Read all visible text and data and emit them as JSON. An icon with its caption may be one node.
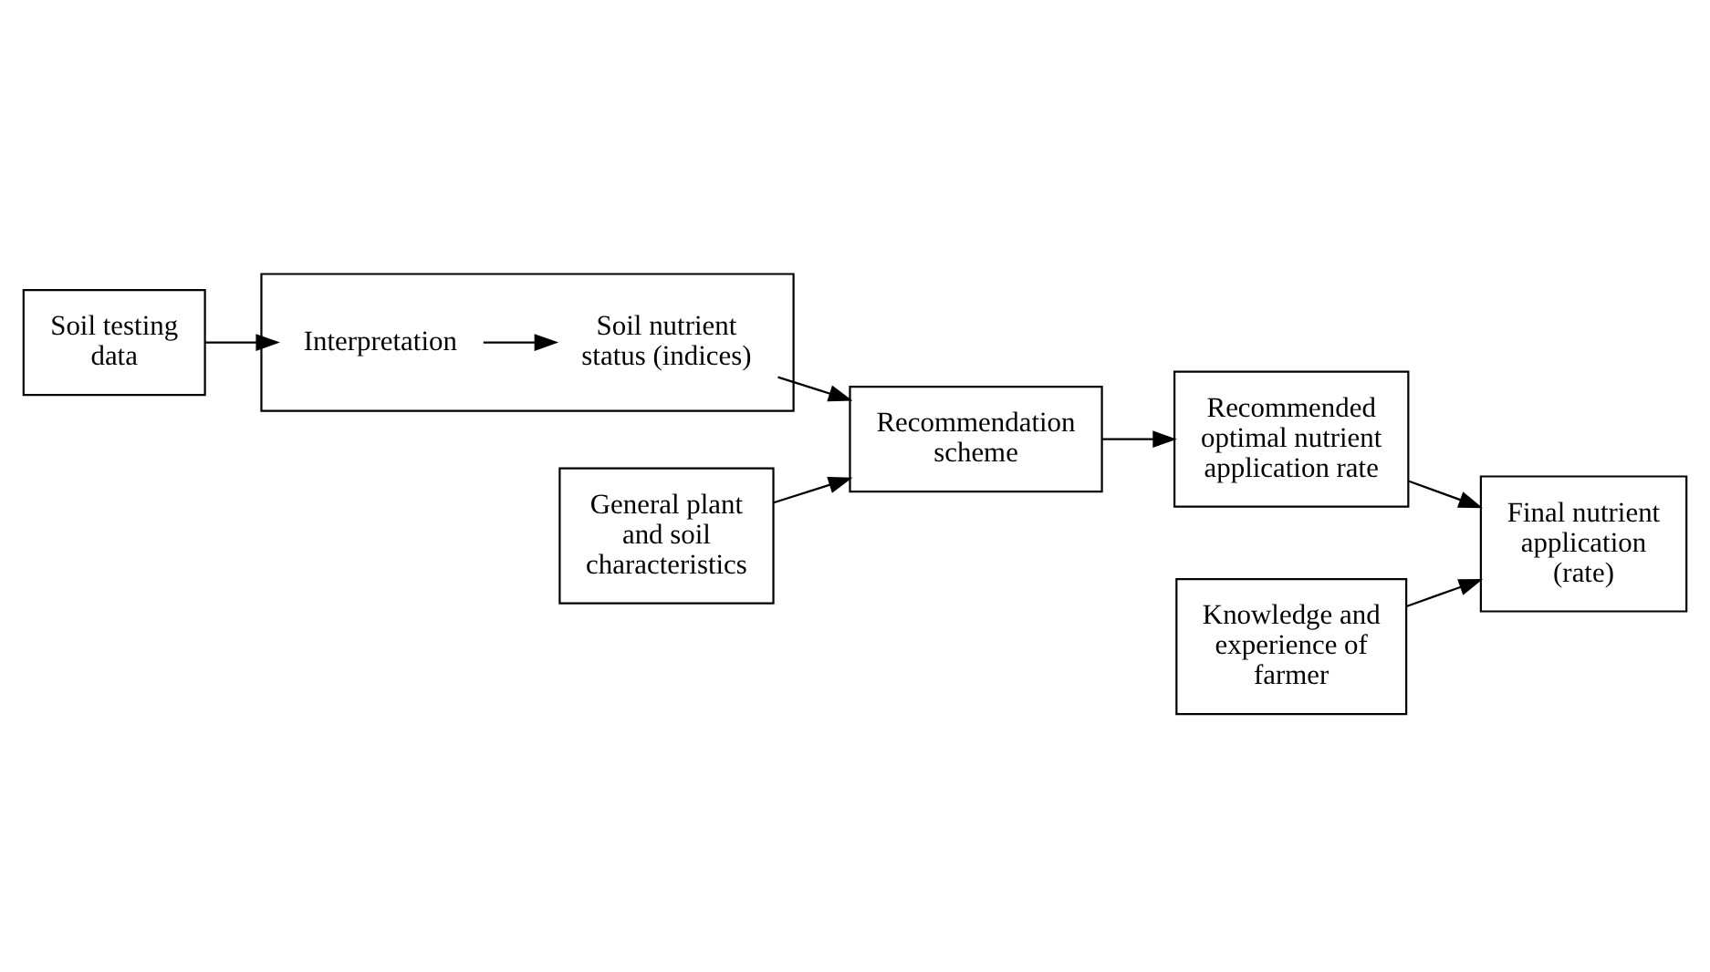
{
  "diagram": {
    "nodes": [
      {
        "text": [
          "Soil testing data"
        ]
      },
      {
        "text": [],
        "shape": "box"
      },
      {
        "text": [
          "Interpretation"
        ],
        "in": 1
      },
      {
        "text": [
          "Soil nutrient status (indices)"
        ],
        "in": 1
      },
      {
        "text": [
          "General plant and soil characteristics"
        ]
      },
      {
        "text": [
          "Recommendation scheme"
        ]
      },
      {
        "text": [
          "Recommended optimal nutrient application rate"
        ]
      },
      {
        "text": [
          "Knowledge and experience of farmer"
        ]
      },
      {
        "text": [
          "Final nutrient application (rate)"
        ]
      }
    ],
    "edges": [
      {
        "from": 0,
        "to": 2,
        "arrow": "to"
      },
      {
        "from": 2,
        "to": 3,
        "arrow": "to"
      },
      {
        "from": 3,
        "to": 5,
        "arrow": "to"
      },
      {
        "from": 4,
        "to": 5,
        "arrow": "to"
      },
      {
        "from": 5,
        "to": 6,
        "arrow": "to"
      },
      {
        "from": 6,
        "to": 8,
        "arrow": "to"
      },
      {
        "from": 7,
        "to": 8,
        "arrow": "to"
      }
    ]
  }
}
